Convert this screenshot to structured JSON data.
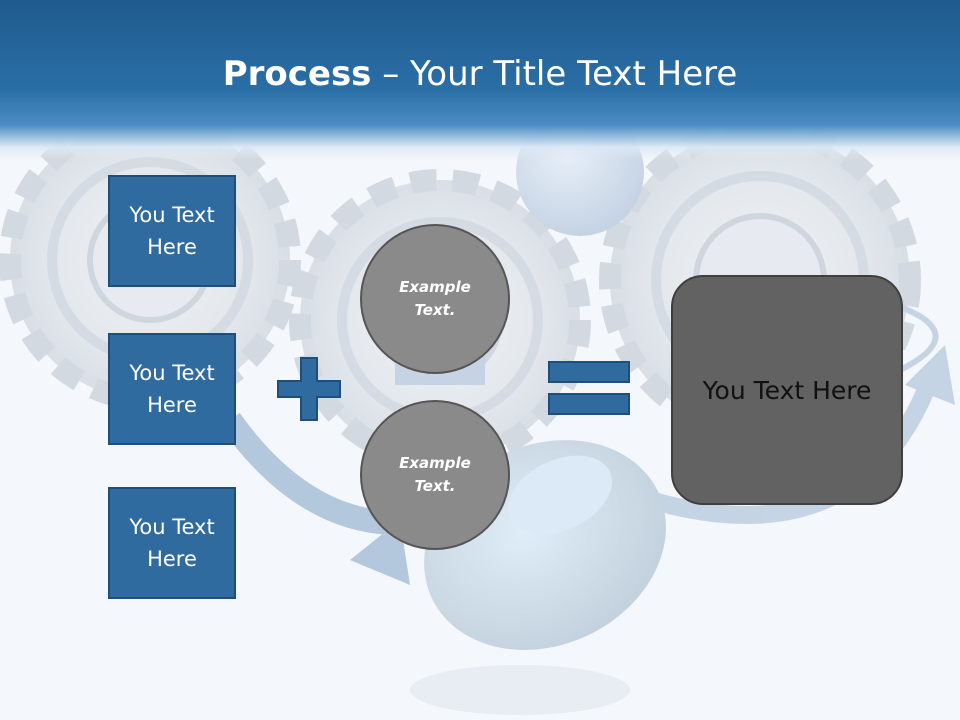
{
  "title": {
    "bold": "Process",
    "rest": " – Your Title Text Here"
  },
  "left_boxes": [
    {
      "label": "You Text Here"
    },
    {
      "label": "You Text Here"
    },
    {
      "label": "You Text Here"
    }
  ],
  "circles": [
    {
      "label": "Example\nText."
    },
    {
      "label": "Example\nText."
    }
  ],
  "result": {
    "label": "You Text Here"
  },
  "icons": {
    "plus": "plus-icon",
    "equals": "equals-icon"
  },
  "colors": {
    "header": "#2a6ea6",
    "box_fill": "#2f6b9f",
    "box_border": "#1e4f7a",
    "circle_fill": "#8a8a8a",
    "result_fill": "#626262"
  }
}
